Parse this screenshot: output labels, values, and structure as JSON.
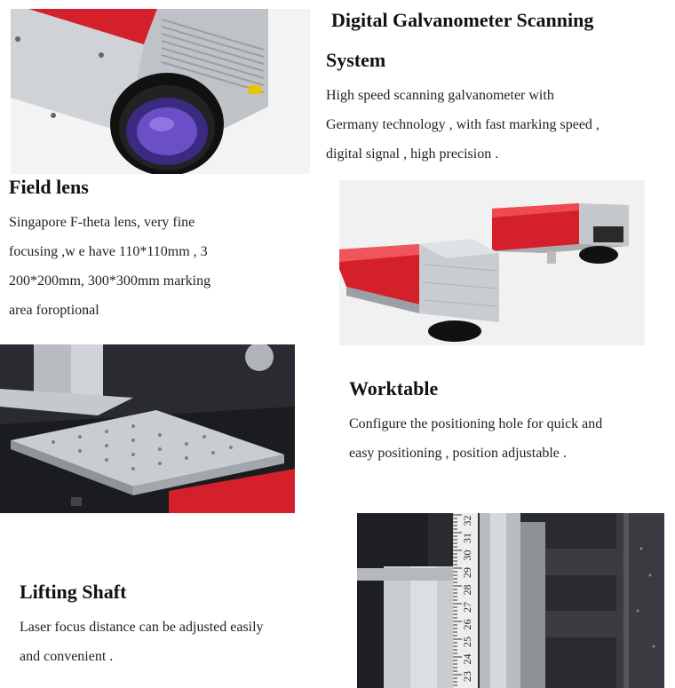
{
  "galvo": {
    "title_line1": "Digital Galvanometer Scanning",
    "title_line2": "System",
    "desc": [
      "High speed scanning galvanometer with",
      "Germany technology , with fast marking speed ,",
      "digital signal , high precision ."
    ]
  },
  "field_lens": {
    "title": "Field lens",
    "desc": [
      "Singapore F-theta lens, very fine",
      "focusing ,w e have 110*110mm , 3",
      "200*200mm, 300*300mm marking",
      "area foroptional"
    ]
  },
  "worktable": {
    "title": "Worktable",
    "desc": [
      "Configure the positioning hole for quick and",
      "easy positioning , position adjustable ."
    ]
  },
  "lifting_shaft": {
    "title": "Lifting Shaft",
    "desc": [
      "Laser focus distance can be  adjusted easily",
      "and convenient ."
    ]
  },
  "ruler_marks": [
    "23",
    "24",
    "25",
    "26",
    "27",
    "28",
    "29",
    "30",
    "31",
    "32"
  ],
  "colors": {
    "laser_red": "#d4202a",
    "metal_silver": "#c9ccd1",
    "lens_purple": "#6b4fc7",
    "table_black": "#1b1c20"
  }
}
